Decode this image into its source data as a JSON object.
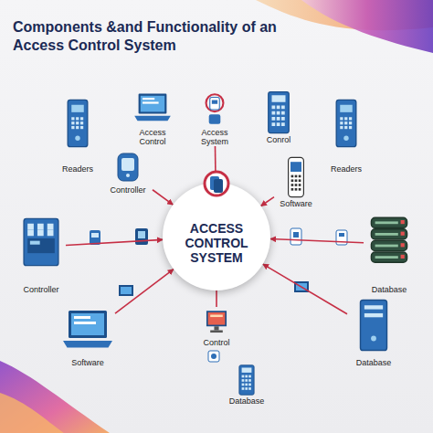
{
  "diagram": {
    "title": "Components &and Functionality of an Access Control System",
    "nodes": [
      {
        "text": [
          "Readers"
        ]
      },
      {
        "text": [
          "Access Control"
        ]
      },
      {
        "text": [
          "Access System"
        ]
      },
      {
        "text": [
          "Conrol"
        ]
      },
      {
        "text": [
          "Readers"
        ]
      },
      {
        "text": [
          "Controller"
        ]
      },
      {
        "text": [
          "Software"
        ]
      },
      {
        "text": [
          "ACCESS CONTROL SYSTEM"
        ]
      },
      {
        "text": [
          "Controller"
        ]
      },
      {
        "text": [
          "Database"
        ]
      },
      {
        "text": [
          "Control"
        ]
      },
      {
        "text": [
          "Software"
        ]
      },
      {
        "text": [
          "Database"
        ]
      },
      {
        "text": [
          "Database"
        ]
      }
    ],
    "edges": [
      {
        "from": 5,
        "to": 7,
        "arrow": "to"
      },
      {
        "from": 6,
        "to": 7,
        "arrow": "to"
      },
      {
        "from": 8,
        "to": 7,
        "arrow": "to"
      },
      {
        "from": 9,
        "to": 7,
        "arrow": "to"
      },
      {
        "from": 11,
        "to": 7,
        "arrow": "to"
      },
      {
        "from": 12,
        "to": 7,
        "arrow": "to"
      },
      {
        "from": 2,
        "to": 7,
        "arrow": "none"
      },
      {
        "from": 10,
        "to": 7,
        "arrow": "none"
      }
    ]
  }
}
